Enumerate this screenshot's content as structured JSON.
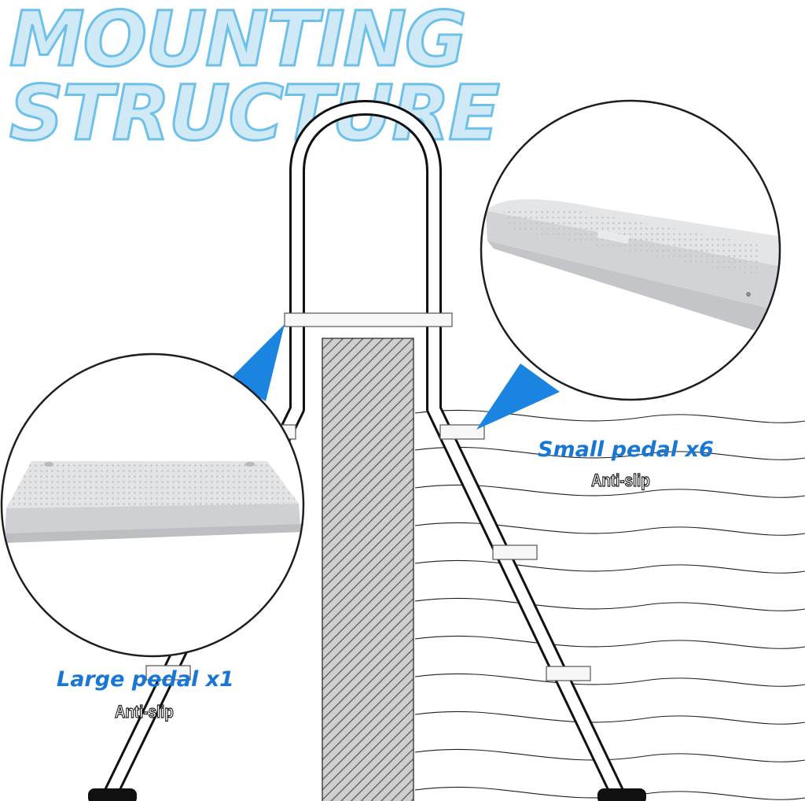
{
  "title": {
    "line1": "MOUNTING",
    "line2": "STRUCTURE"
  },
  "callouts": {
    "small": {
      "label": "Small pedal x6",
      "feature": "Anti-slip"
    },
    "large": {
      "label": "Large pedal x1",
      "feature": "Anti-slip"
    }
  },
  "colors": {
    "title_fill": "#cfe9f7",
    "title_outline": "#6cc0ea",
    "accent_blue": "#1877d4",
    "pointer_blue": "#1a84e0",
    "pedal_gray": "#dcdddf"
  }
}
